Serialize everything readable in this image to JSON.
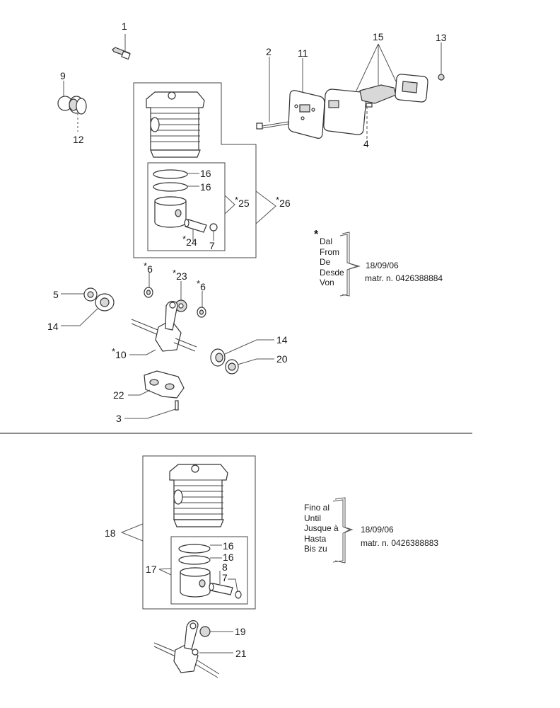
{
  "diagram": {
    "title": "",
    "type": "exploded parts diagram",
    "upper_section": {
      "callouts": [
        {
          "id": "c1",
          "number": "1",
          "part": "spark plug",
          "starred": false
        },
        {
          "id": "c2",
          "number": "2",
          "part": "muffler bolt",
          "starred": false
        },
        {
          "id": "c3",
          "number": "3",
          "part": "screw",
          "starred": false
        },
        {
          "id": "c4",
          "number": "4",
          "part": "stud",
          "starred": false
        },
        {
          "id": "c5",
          "number": "5",
          "part": "seal ring",
          "starred": false
        },
        {
          "id": "c6a",
          "number": "6",
          "part": "washer",
          "starred": true
        },
        {
          "id": "c6b",
          "number": "6",
          "part": "washer",
          "starred": true
        },
        {
          "id": "c7",
          "number": "7",
          "part": "circlip",
          "starred": false
        },
        {
          "id": "c9",
          "number": "9",
          "part": "clamp",
          "starred": false
        },
        {
          "id": "c10",
          "number": "10",
          "part": "crankshaft",
          "starred": true
        },
        {
          "id": "c11",
          "number": "11",
          "part": "muffler gasket",
          "starred": false
        },
        {
          "id": "c12",
          "number": "12",
          "part": "intake boot",
          "starred": false
        },
        {
          "id": "c13",
          "number": "13",
          "part": "nut",
          "starred": false
        },
        {
          "id": "c14a",
          "number": "14",
          "part": "bearing",
          "starred": false
        },
        {
          "id": "c14b",
          "number": "14",
          "part": "bearing",
          "starred": false
        },
        {
          "id": "c15",
          "number": "15",
          "part": "muffler assembly",
          "starred": false
        },
        {
          "id": "c16a",
          "number": "16",
          "part": "piston ring",
          "starred": false
        },
        {
          "id": "c16b",
          "number": "16",
          "part": "piston ring",
          "starred": false
        },
        {
          "id": "c20",
          "number": "20",
          "part": "seal ring",
          "starred": false
        },
        {
          "id": "c22",
          "number": "22",
          "part": "crankcase half",
          "starred": false
        },
        {
          "id": "c23",
          "number": "23",
          "part": "needle bearing",
          "starred": true
        },
        {
          "id": "c24",
          "number": "24",
          "part": "piston pin",
          "starred": true
        },
        {
          "id": "c25",
          "number": "25",
          "part": "piston kit",
          "starred": true
        },
        {
          "id": "c26",
          "number": "26",
          "part": "cylinder kit",
          "starred": true
        }
      ],
      "note": {
        "marker": "*",
        "lines": [
          "Dal",
          "From",
          "De",
          "Desde",
          "Von"
        ],
        "date": "18/09/06",
        "serial": "matr. n.  0426388884"
      }
    },
    "lower_section": {
      "callouts": [
        {
          "id": "d7",
          "number": "7",
          "part": "circlip"
        },
        {
          "id": "d8",
          "number": "8",
          "part": "piston pin"
        },
        {
          "id": "d16a",
          "number": "16",
          "part": "piston ring"
        },
        {
          "id": "d16b",
          "number": "16",
          "part": "piston ring"
        },
        {
          "id": "d17",
          "number": "17",
          "part": "piston kit"
        },
        {
          "id": "d18",
          "number": "18",
          "part": "cylinder kit"
        },
        {
          "id": "d19",
          "number": "19",
          "part": "needle bearing"
        },
        {
          "id": "d21",
          "number": "21",
          "part": "crankshaft"
        }
      ],
      "note": {
        "lines": [
          "Fino al",
          "Until",
          "Jusque à",
          "Hasta",
          "Bis zu"
        ],
        "date": "18/09/06",
        "serial": "matr. n. 0426388883"
      }
    },
    "star_symbol": "*",
    "colors": {
      "ink": "#1a1a1a",
      "line": "#555555",
      "background": "#ffffff"
    }
  }
}
